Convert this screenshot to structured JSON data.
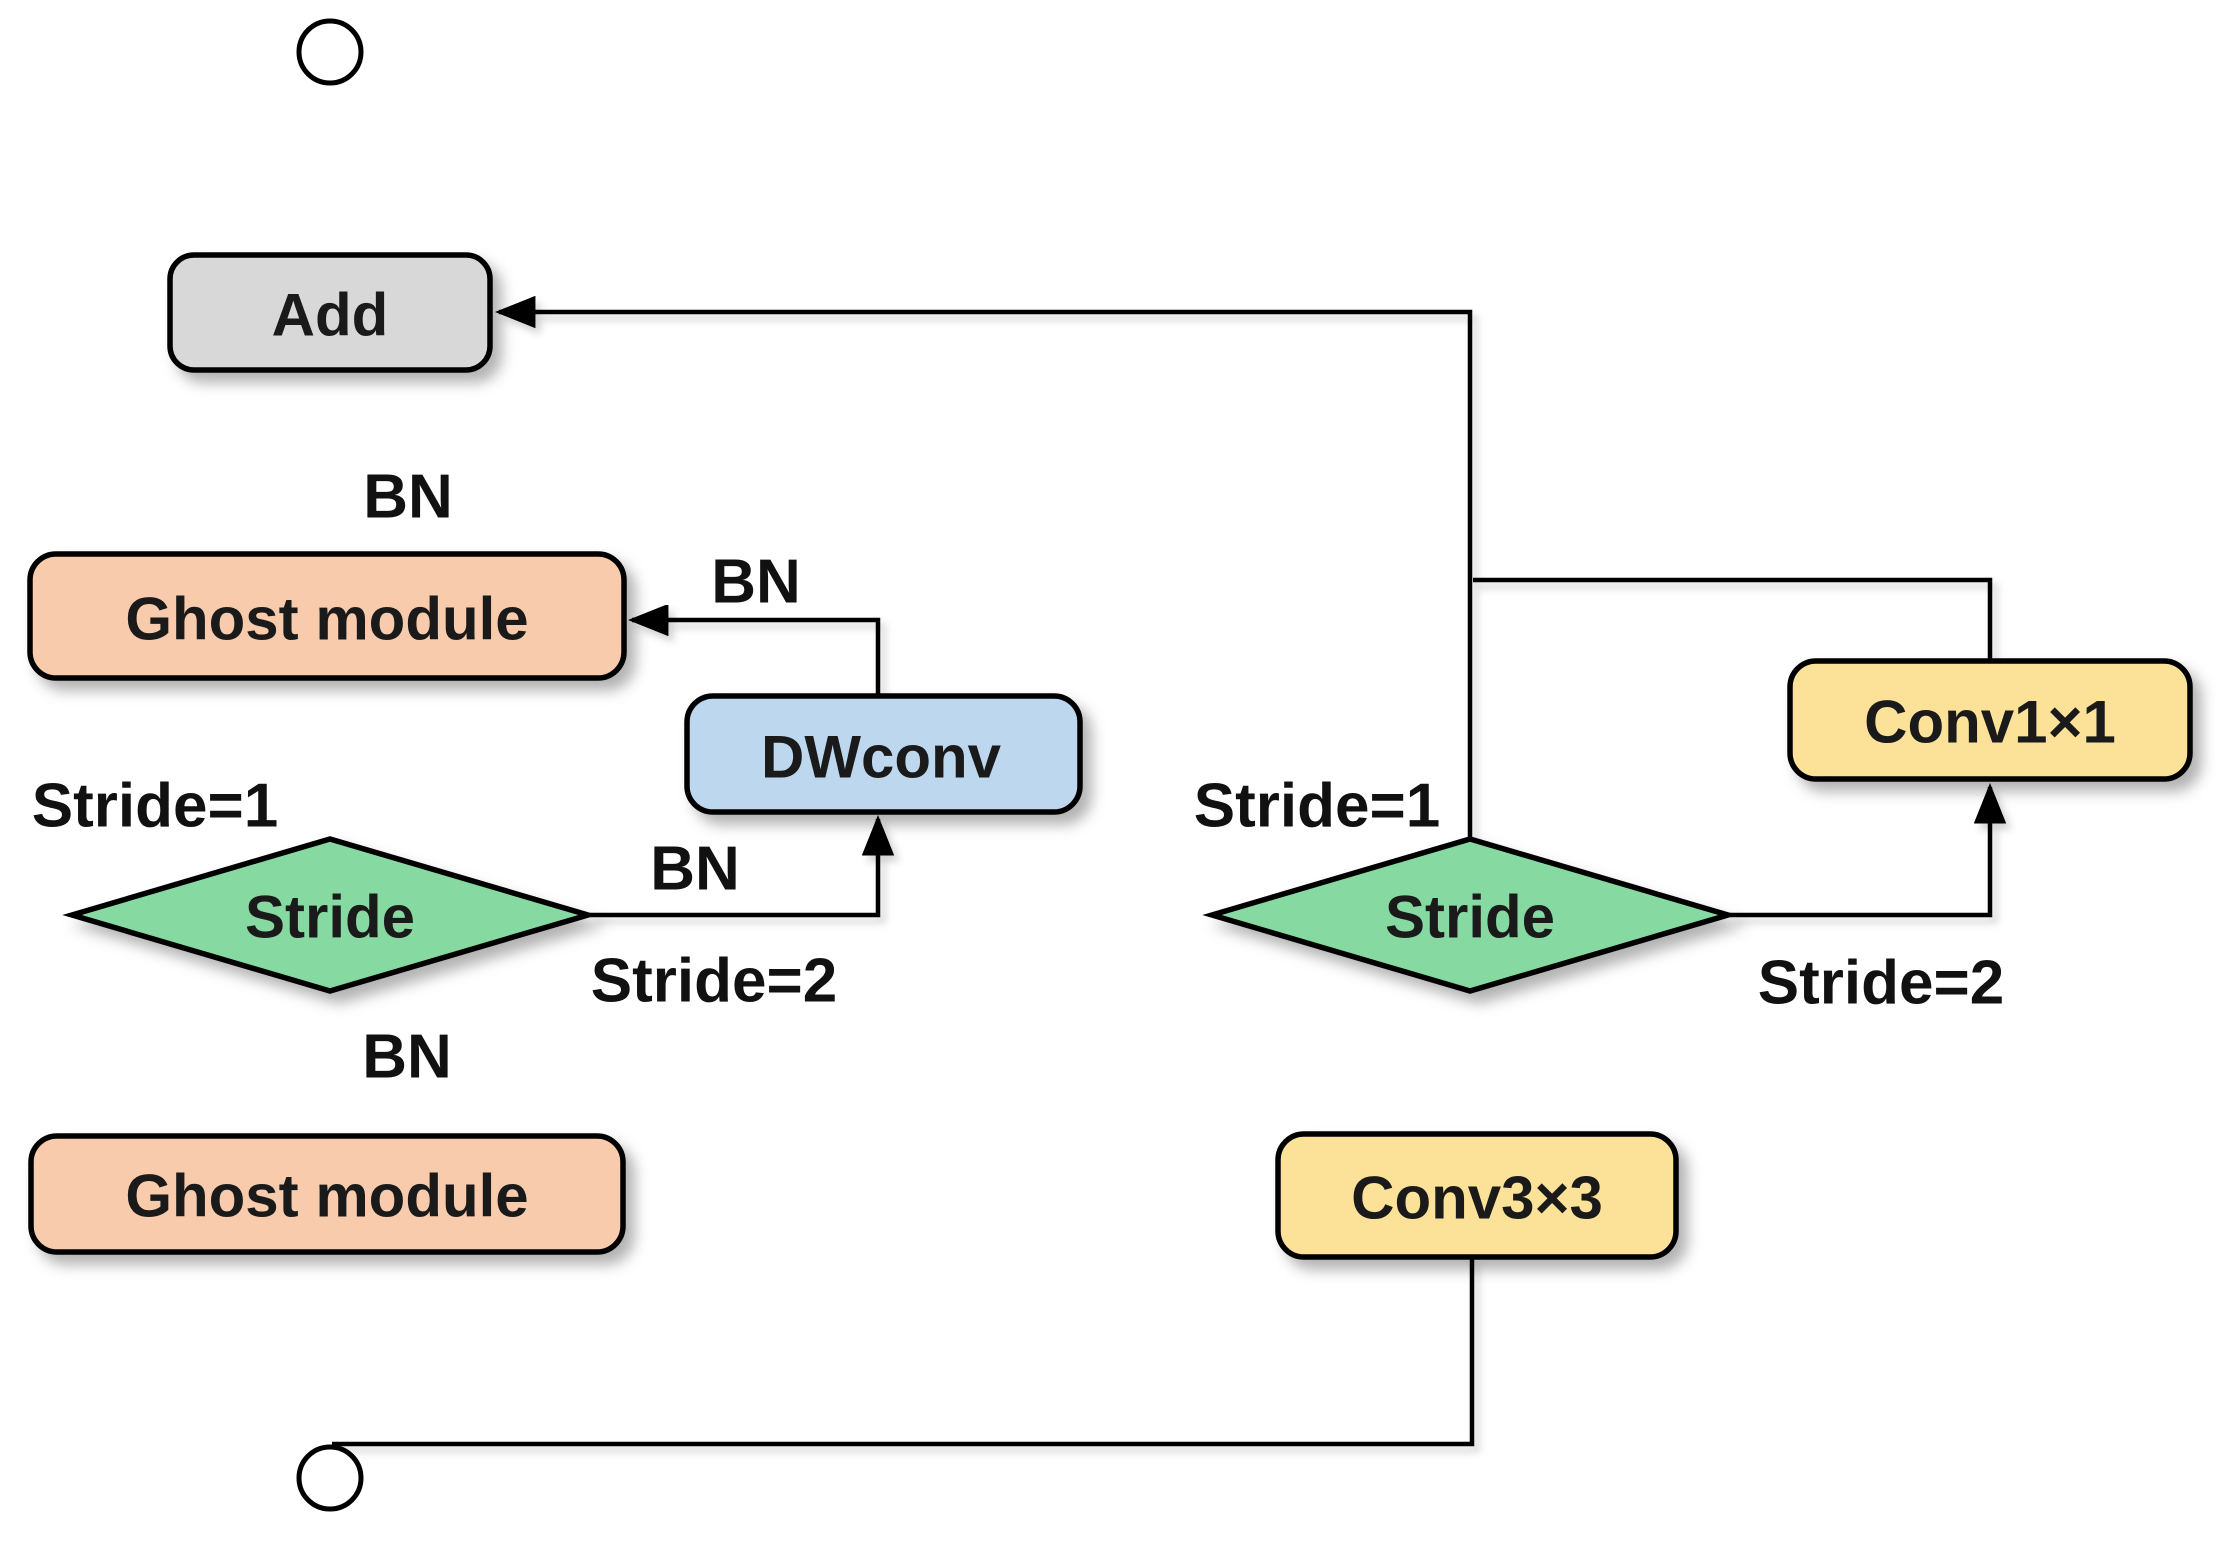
{
  "figure": {
    "background": "#ffffff",
    "line_color": "#000000",
    "colors": {
      "add_fill": "#d8d8d8",
      "ghost_fill": "#f8cbad",
      "dwconv_fill": "#bdd7ee",
      "stride_fill": "#85d9a1",
      "conv_fill": "#fbe298"
    },
    "nodes": {
      "add": {
        "label": "Add"
      },
      "ghost_module_top": {
        "label": "Ghost module"
      },
      "dwconv": {
        "label": "DWconv"
      },
      "stride_decision_left": {
        "label": "Stride"
      },
      "ghost_module_bottom": {
        "label": "Ghost module"
      },
      "conv1x1": {
        "label": "Conv1×1"
      },
      "stride_decision_right": {
        "label": "Stride"
      },
      "conv3x3": {
        "label": "Conv3×3"
      }
    },
    "edge_labels": {
      "bn_ghost_top_to_add": "BN",
      "stride1_left": "Stride=1",
      "bn_dwconv_to_ghost": "BN",
      "bn_left_stride2_path": "BN",
      "stride2_left": "Stride=2",
      "bn_ghost_bottom_to_stride": "BN",
      "stride1_right": "Stride=1",
      "stride2_right": "Stride=2"
    }
  }
}
